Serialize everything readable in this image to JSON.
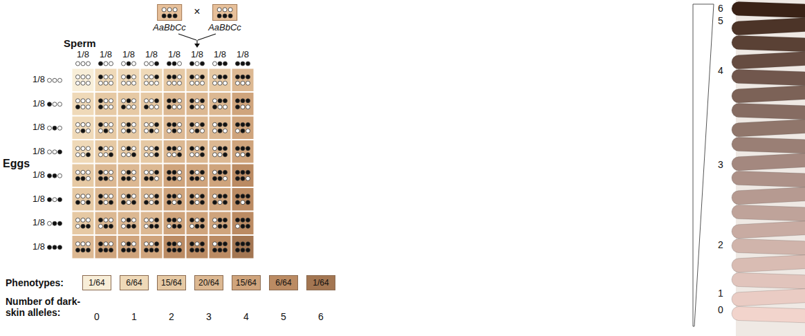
{
  "diagram": {
    "nodes": [
      {
        "text": [
          "AaBbCc"
        ]
      },
      {
        "text": [
          "AaBbCc"
        ]
      },
      {
        "text": [
          "1/64"
        ]
      },
      {
        "text": [
          "6/64"
        ]
      },
      {
        "text": [
          "15/64"
        ]
      },
      {
        "text": [
          "20/64"
        ]
      },
      {
        "text": [
          "15/64"
        ]
      },
      {
        "text": [
          "6/64"
        ]
      },
      {
        "text": [
          "1/64"
        ]
      }
    ],
    "labels": [
      "×",
      "Sperm",
      "1/8",
      "1/8",
      "1/8",
      "1/8",
      "1/8",
      "1/8",
      "1/8",
      "1/8",
      "Eggs",
      "1/8",
      "1/8",
      "1/8",
      "1/8",
      "1/8",
      "1/8",
      "1/8",
      "1/8",
      "Phenotypes:",
      "Number of dark-skin alleles:",
      "0",
      "1",
      "2",
      "3",
      "4",
      "5",
      "6",
      "6",
      "5",
      "4",
      "3",
      "2",
      "1",
      "0"
    ]
  }
}
